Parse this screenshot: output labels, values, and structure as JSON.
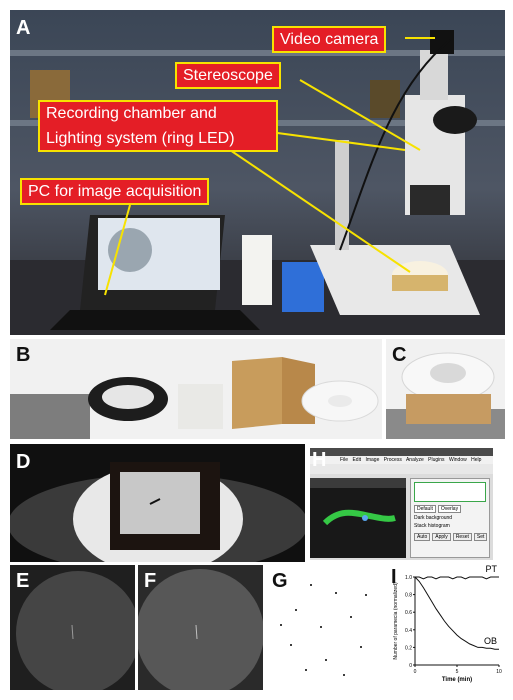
{
  "panels": {
    "a": {
      "label": "A"
    },
    "b": {
      "label": "B"
    },
    "c": {
      "label": "C"
    },
    "d": {
      "label": "D"
    },
    "e": {
      "label": "E"
    },
    "f": {
      "label": "F"
    },
    "g": {
      "label": "G"
    },
    "h": {
      "label": "H"
    },
    "i": {
      "label": "I"
    }
  },
  "callouts": {
    "video_camera": "Video camera",
    "stereoscope": "Stereoscope",
    "chamber_line1": "Recording chamber and",
    "chamber_line2": "Lighting system (ring LED)",
    "pc": "PC for image acquisition"
  },
  "software": {
    "menu": [
      "File",
      "Edit",
      "Image",
      "Process",
      "Analyze",
      "Plugins",
      "Window",
      "Help"
    ],
    "buttons": [
      "Auto",
      "Apply",
      "Reset",
      "Set"
    ],
    "checkboxes": [
      "Dark background",
      "Stack histogram"
    ],
    "dropdowns": [
      "Default",
      "Overlay"
    ]
  },
  "chart_data": {
    "type": "line",
    "ylabel": "Number of paramecia (normalized)",
    "xlabel": "Time (min)",
    "xlim": [
      0,
      10
    ],
    "ylim": [
      0,
      1.0
    ],
    "xticks": [
      "0",
      "5",
      "10"
    ],
    "yticks": [
      "0",
      "0.2",
      "0.4",
      "0.6",
      "0.8",
      "1.0"
    ],
    "series": [
      {
        "name": "PT",
        "x": [
          0,
          0.5,
          1,
          1.5,
          2,
          2.5,
          3,
          3.5,
          4,
          4.5,
          5,
          5.5,
          6,
          6.5,
          7,
          7.5,
          8,
          8.5,
          9,
          9.5,
          10
        ],
        "values": [
          1.0,
          1.0,
          0.98,
          1.0,
          1.0,
          0.98,
          1.0,
          1.0,
          1.0,
          0.98,
          1.0,
          1.0,
          0.98,
          1.0,
          1.0,
          1.0,
          1.0,
          0.98,
          1.0,
          1.0,
          1.0
        ]
      },
      {
        "name": "OB",
        "x": [
          0,
          0.5,
          1,
          1.5,
          2,
          2.5,
          3,
          3.5,
          4,
          4.5,
          5,
          5.5,
          6,
          6.5,
          7,
          7.5,
          8,
          8.5,
          9,
          9.5,
          10
        ],
        "values": [
          1.0,
          0.95,
          0.88,
          0.8,
          0.72,
          0.64,
          0.57,
          0.5,
          0.44,
          0.39,
          0.34,
          0.3,
          0.27,
          0.24,
          0.22,
          0.2,
          0.2,
          0.19,
          0.19,
          0.18,
          0.18
        ]
      }
    ],
    "colors": {
      "line": "#111111"
    }
  }
}
